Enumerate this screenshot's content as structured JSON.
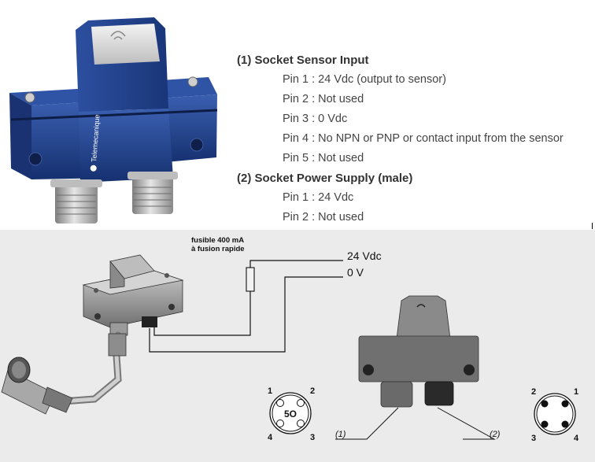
{
  "specs": {
    "heading1": "(1) Socket Sensor Input",
    "pins1": [
      "Pin 1 : 24 Vdc (output to sensor)",
      "Pin 2 : Not used",
      "Pin 3 : 0 Vdc",
      "Pin 4 : No NPN or PNP or contact input from the sensor",
      "Pin 5 : Not used"
    ],
    "heading2": "(2) Socket Power Supply (male)",
    "pins2": [
      "Pin 1 : 24 Vdc",
      "Pin 2 : Not used"
    ]
  },
  "photo": {
    "brand_logo": "Telemecanique",
    "body_color": "#1f3f8c"
  },
  "wiring": {
    "fuse_label_line1": "fusible 400 mA",
    "fuse_label_line2": "à fusion rapide",
    "line_24v": "24 Vdc",
    "line_0v": "0 V",
    "callout1": "(1)",
    "callout2": "(2)",
    "connector5": {
      "pins": [
        "1",
        "2",
        "4",
        "3"
      ],
      "center": "5O"
    },
    "connector4": {
      "pins": [
        "2",
        "1",
        "3",
        "4"
      ]
    }
  }
}
